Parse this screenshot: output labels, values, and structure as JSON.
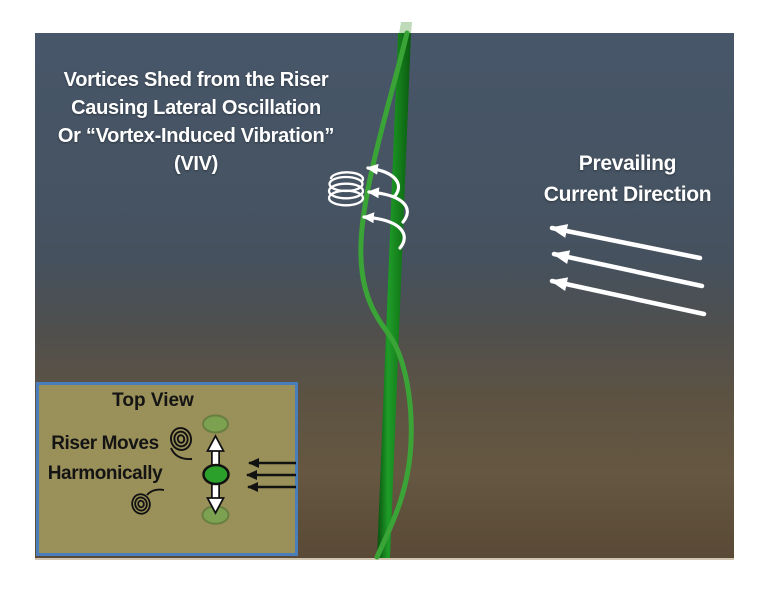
{
  "page": {
    "background": "#ffffff"
  },
  "frame": {
    "gradient_top": "#475669",
    "gradient_mid": "#504f4d",
    "gradient_bottom": "#594936"
  },
  "caption_viv": {
    "lines": [
      "Vortices Shed from the Riser",
      "Causing Lateral Oscillation",
      "Or “Vortex-Induced Vibration”",
      "(VIV)"
    ],
    "color": "#ffffff"
  },
  "caption_current": {
    "lines": [
      "Prevailing",
      "Current Direction"
    ],
    "color": "#ffffff"
  },
  "inset": {
    "title": "Top View",
    "caption_lines": [
      "Riser Moves",
      "Harmonically"
    ],
    "background": "#9a9059",
    "border_color": "#4a7ebb",
    "text_color": "#141414"
  },
  "riser": {
    "pipe_dark": "#0a5a10",
    "pipe_light": "#1f9c28",
    "oscillation_color": "#3aa437",
    "inset_riser_fill": "#2ba12b",
    "inset_ghost_fill": "#7ca251",
    "inset_ghost_stroke": "#697f41"
  },
  "icons": {
    "coil": "vortex-coil-icon",
    "spiral_top": "vortex-spiral-icon",
    "spiral_bottom": "vortex-spiral-icon",
    "current_arrow": "current-arrow-icon",
    "shed_arrow": "shed-arrow-icon",
    "oscillation_arrow": "double-headed-arrow-icon",
    "inset_current_arrow": "inset-current-arrow-icon"
  },
  "arrow_colors": {
    "white": "#ffffff",
    "black": "#111111"
  }
}
